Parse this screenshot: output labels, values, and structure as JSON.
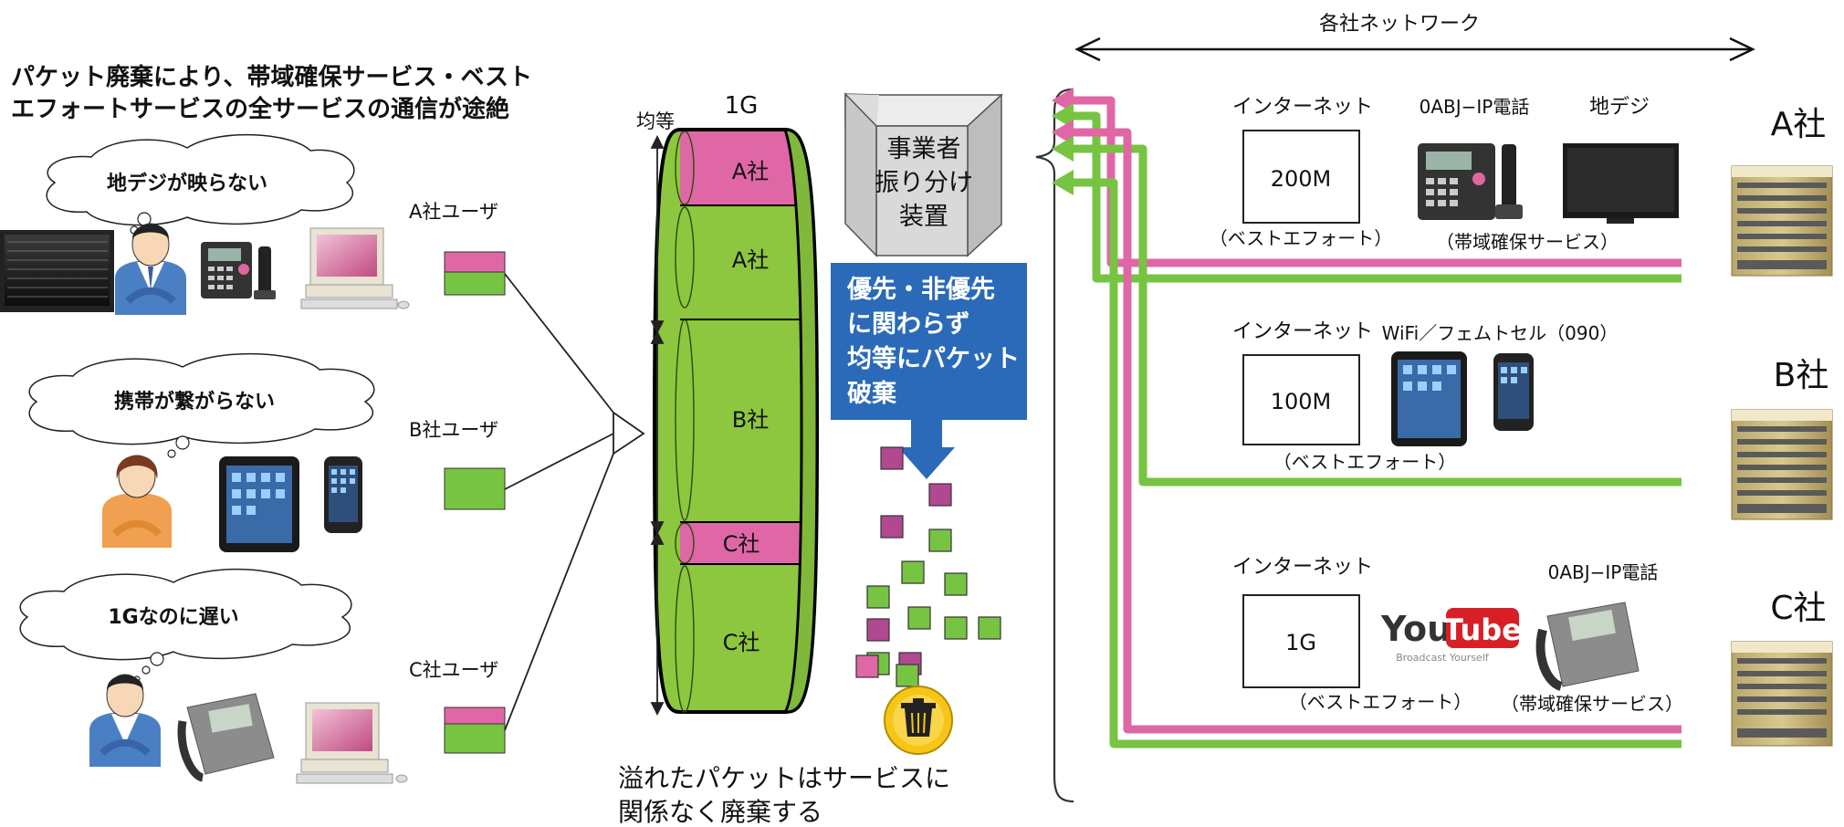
{
  "headline": {
    "line1": "パケット廃棄により、帯域確保サービス・ベスト",
    "line2": "エフォートサービスの全サービスの通信が途絶"
  },
  "users": {
    "a": {
      "thought": "地デジが映らない",
      "label": "A社ユーザ"
    },
    "b": {
      "thought": "携帯が繋がらない",
      "label": "B社ユーザ"
    },
    "c": {
      "thought": "1Gなのに遅い",
      "label": "C社ユーザ"
    }
  },
  "pipe": {
    "capacity": "1G",
    "equal_label": "均等",
    "segments": [
      "A社",
      "A社",
      "B社",
      "C社",
      "C社"
    ]
  },
  "device": {
    "line1": "事業者",
    "line2": "振り分け",
    "line3": "装置"
  },
  "callout": {
    "line1": "優先・非優先",
    "line2": "に関わらず",
    "line3": "均等にパケット",
    "line4": "破棄"
  },
  "discard_note": {
    "line1": "溢れたパケットはサービスに",
    "line2": "関係なく廃棄する"
  },
  "network_title": "各社ネットワーク",
  "carriers": {
    "a": {
      "name": "A社",
      "internet": "インターネット",
      "bandwidth": "200M",
      "besteffort": "（ベストエフォート）",
      "service1": "0ABJ−IP電話",
      "service2": "地デジ",
      "guaranteed": "（帯域確保サービス）"
    },
    "b": {
      "name": "B社",
      "internet": "インターネット",
      "bandwidth": "100M",
      "besteffort": "（ベストエフォート）",
      "service1": "WiFi／フェムトセル（090）"
    },
    "c": {
      "name": "C社",
      "internet": "インターネット",
      "bandwidth": "1G",
      "besteffort": "（ベストエフォート）",
      "service1": "0ABJ−IP電話",
      "guaranteed": "（帯域確保サービス）",
      "logo_you": "You",
      "logo_tube": "Tube",
      "logo_tagline": "Broadcast Yourself"
    }
  },
  "colors": {
    "pink": "#e067a6",
    "green": "#76c442",
    "pipe_green": "#8dc63f",
    "callout_blue": "#2a6ab8",
    "packet_purple": "#b0498f",
    "trash_yellow": "#f5c518"
  }
}
